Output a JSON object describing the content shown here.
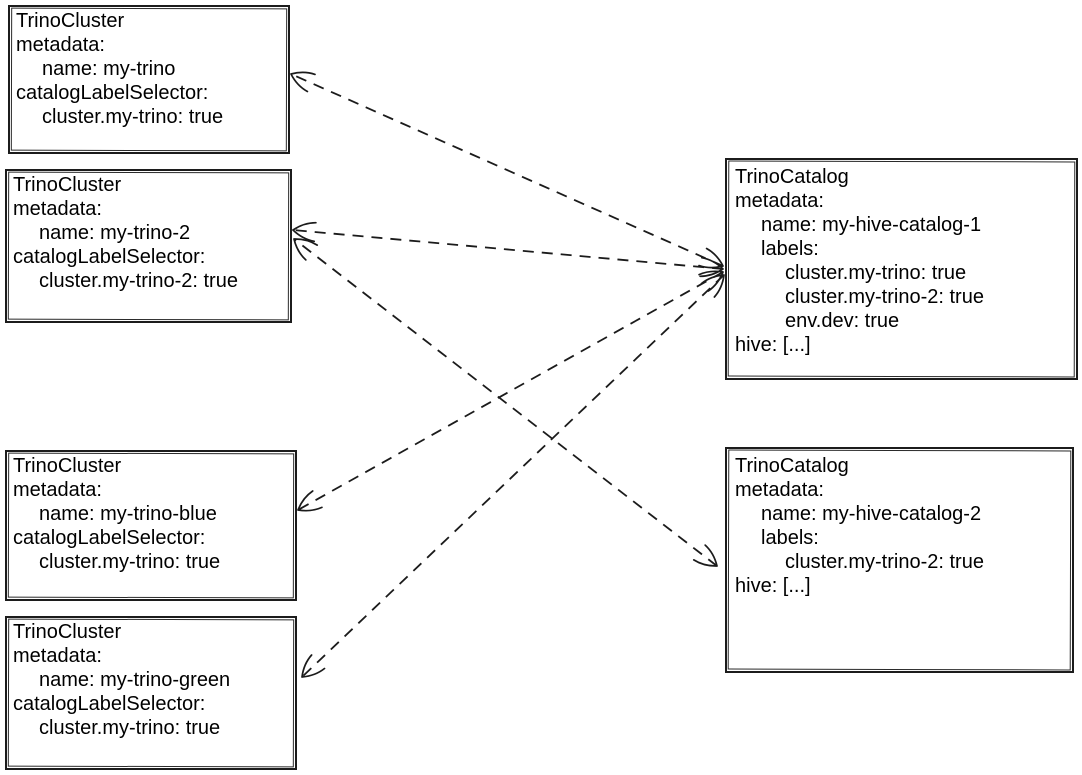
{
  "diagram": {
    "background": "#ffffff",
    "stroke_color": "#1b1b1b",
    "text_color": "#000000",
    "line_style": "dashed"
  },
  "boxes": [
    {
      "id": "my-trino",
      "kind": "TrinoCluster",
      "lines": [
        {
          "text": "TrinoCluster",
          "indent": 0
        },
        {
          "text": "metadata:",
          "indent": 0
        },
        {
          "text": "name: my-trino",
          "indent": 1
        },
        {
          "text": "catalogLabelSelector:",
          "indent": 0
        },
        {
          "text": "cluster.my-trino: true",
          "indent": 1
        }
      ]
    },
    {
      "id": "my-trino-2",
      "kind": "TrinoCluster",
      "lines": [
        {
          "text": "TrinoCluster",
          "indent": 0
        },
        {
          "text": "metadata:",
          "indent": 0
        },
        {
          "text": "name: my-trino-2",
          "indent": 1
        },
        {
          "text": "catalogLabelSelector:",
          "indent": 0
        },
        {
          "text": "cluster.my-trino-2: true",
          "indent": 1
        }
      ]
    },
    {
      "id": "my-trino-blue",
      "kind": "TrinoCluster",
      "lines": [
        {
          "text": "TrinoCluster",
          "indent": 0
        },
        {
          "text": "metadata:",
          "indent": 0
        },
        {
          "text": "name: my-trino-blue",
          "indent": 1
        },
        {
          "text": "catalogLabelSelector:",
          "indent": 0
        },
        {
          "text": "cluster.my-trino: true",
          "indent": 1
        }
      ]
    },
    {
      "id": "my-trino-green",
      "kind": "TrinoCluster",
      "lines": [
        {
          "text": "TrinoCluster",
          "indent": 0
        },
        {
          "text": "metadata:",
          "indent": 0
        },
        {
          "text": "name: my-trino-green",
          "indent": 1
        },
        {
          "text": "catalogLabelSelector:",
          "indent": 0
        },
        {
          "text": "cluster.my-trino: true",
          "indent": 1
        }
      ]
    },
    {
      "id": "my-hive-catalog-1",
      "kind": "TrinoCatalog",
      "lines": [
        {
          "text": "TrinoCatalog",
          "indent": 0
        },
        {
          "text": "metadata:",
          "indent": 0
        },
        {
          "text": "name: my-hive-catalog-1",
          "indent": 1
        },
        {
          "text": "labels:",
          "indent": 1
        },
        {
          "text": "cluster.my-trino: true",
          "indent": 2
        },
        {
          "text": "cluster.my-trino-2: true",
          "indent": 2
        },
        {
          "text": "env.dev: true",
          "indent": 2
        },
        {
          "text": "hive: [...]",
          "indent": 0
        }
      ]
    },
    {
      "id": "my-hive-catalog-2",
      "kind": "TrinoCatalog",
      "lines": [
        {
          "text": "TrinoCatalog",
          "indent": 0
        },
        {
          "text": "metadata:",
          "indent": 0
        },
        {
          "text": "name: my-hive-catalog-2",
          "indent": 1
        },
        {
          "text": "labels:",
          "indent": 1
        },
        {
          "text": "cluster.my-trino-2: true",
          "indent": 2
        },
        {
          "text": "hive: [...]",
          "indent": 0
        }
      ]
    }
  ],
  "connections": [
    {
      "from": "my-hive-catalog-1",
      "to": "my-trino",
      "line_style": "dashed",
      "arrowheads": "both"
    },
    {
      "from": "my-hive-catalog-1",
      "to": "my-trino-2",
      "line_style": "dashed",
      "arrowheads": "both"
    },
    {
      "from": "my-hive-catalog-1",
      "to": "my-trino-blue",
      "line_style": "dashed",
      "arrowheads": "both"
    },
    {
      "from": "my-hive-catalog-1",
      "to": "my-trino-green",
      "line_style": "dashed",
      "arrowheads": "both"
    },
    {
      "from": "my-hive-catalog-2",
      "to": "my-trino-2",
      "line_style": "dashed",
      "arrowheads": "both"
    }
  ]
}
